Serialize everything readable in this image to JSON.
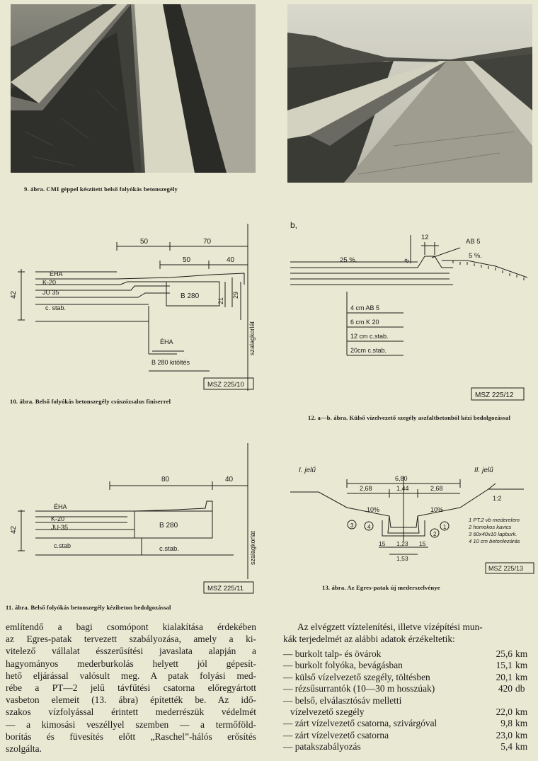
{
  "figures": {
    "fig9": {
      "caption": "9. ábra. CMI géppel készített belső folyókás betonszegély"
    },
    "fig10": {
      "caption": "10. ábra. Belső folyókás betonszegély csúszózsalus finiserrel",
      "labels": {
        "dim_50": "50",
        "dim_70": "70",
        "dim_50b": "50",
        "dim_40": "40",
        "dim_42": "42",
        "dim_21": "21",
        "dim_29": "29",
        "eha": "ÉHA",
        "k20": "K-20",
        "ju35": "JU 35",
        "cstab": "c. stab.",
        "b280": "B 280",
        "eha2": "ÉHA",
        "b280_fill": "B 280 kitöltés",
        "szalagkorlat": "szalagkorlát",
        "msz": "MSZ 225/10"
      }
    },
    "fig11": {
      "caption": "11. ábra. Belső folyókás betonszegély kézibeton bedolgozással",
      "labels": {
        "dim_80": "80",
        "dim_40": "40",
        "dim_42": "42",
        "eha": "ÉHA",
        "k20": "K-20",
        "ju35": "JU-35",
        "cstab": "c.stab",
        "b280": "B 280",
        "cstab2": "c.stab.",
        "szalagkorlat": "szalagkorlát",
        "msz": "MSZ 225/11"
      }
    },
    "fig12": {
      "caption": "12. a—b. ábra. Külső vízelvezető szegély aszfaltbetonból kézi bedolgozással",
      "labels": {
        "b": "b,",
        "dim_12": "12",
        "ab5": "AB 5",
        "pct25": "25 %.",
        "pct5": "5 %.",
        "dim_8": "8",
        "l1": "4 cm  AB 5",
        "l2": "6 cm  K 20",
        "l3": "12 cm  c.stab.",
        "l4": "20cm  c.stab.",
        "msz": "MSZ 225/12"
      }
    },
    "fig13": {
      "caption": "13. ábra. Az Egres-patak új mederszelvénye",
      "labels": {
        "i_jelu": "I. jelű",
        "ii_jelu": "II. jelű",
        "d680": "6,80",
        "d268a": "2,68",
        "d144": "1,44",
        "d268b": "2,68",
        "slope": "1:2",
        "p10a": "10%",
        "p10b": "10%",
        "d15a": "15",
        "d123": "1,23",
        "d15b": "15",
        "d153": "1,53",
        "c1": "1",
        "c2": "2",
        "c3": "3",
        "c4": "4",
        "leg1": "1  PT.2 vb mederelem",
        "leg2": "2  homokos kavics",
        "leg3": "3  60x40x10 lapburk.",
        "leg4": "4  10 cm betonlezárás",
        "msz": "MSZ 225/13"
      }
    }
  },
  "left_text": [
    "említendő a bagi csomópont kialakítása érdekében",
    "az Egres-patak tervezett szabályozása, amely a ki-",
    "vitelező vállalat ésszerűsítési javaslata alapján a",
    "hagyományos mederburkolás helyett jól gépesít-",
    "hető eljárással valósult meg. A patak folyási med-",
    "rébe a PT—2 jelű távfűtési csatorna előregyártott",
    "vasbeton elemeit (13. ábra) építették be. Az idő-",
    "szakos vízfolyással érintett mederrészük védelmét",
    "— a kimosási veszéllyel szemben — a termőföld-",
    "borítás és füvesítés előtt „Raschel”-hálós erősítés",
    "szolgálta."
  ],
  "right_intro": [
    "Az elvégzett víztelenítési, illetve vízépítési mun-",
    "kák terjedelmét az alábbi adatok érzékeltetik:"
  ],
  "table": [
    {
      "label": "— burkolt talp- és övárok",
      "value": "25,6",
      "unit": "km"
    },
    {
      "label": "— burkolt folyóka, bevágásban",
      "value": "15,1",
      "unit": "km"
    },
    {
      "label": "— külső vízelvezető szegély, töltésben",
      "value": "20,1",
      "unit": "km"
    },
    {
      "label": "— rézsűsurrantók (10—30 m hosszúak)",
      "value": "420",
      "unit": "db"
    },
    {
      "label": "— belső, elválasztósáv melletti",
      "value": "",
      "unit": ""
    },
    {
      "label": "   vízelvezető szegély",
      "value": "22,0",
      "unit": "km"
    },
    {
      "label": "— zárt vízelvezető csatorna, szivárgóval",
      "value": "9,8",
      "unit": "km"
    },
    {
      "label": "— zárt vízelvezető csatorna",
      "value": "23,0",
      "unit": "km"
    },
    {
      "label": "— patakszabályozás",
      "value": "5,4",
      "unit": "km"
    }
  ]
}
